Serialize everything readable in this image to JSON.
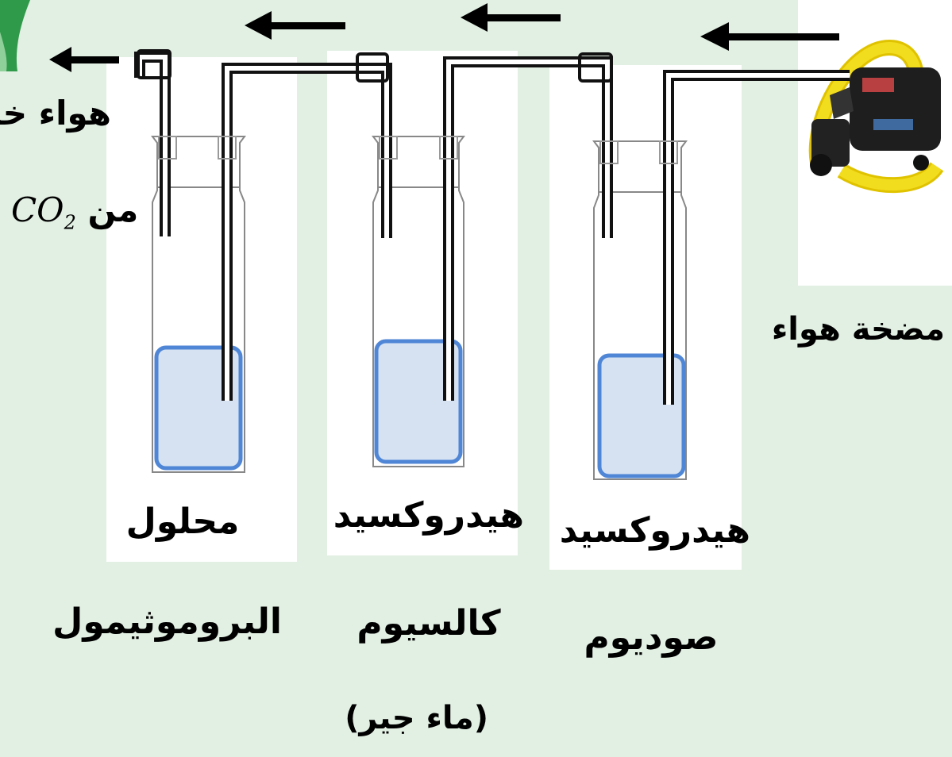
{
  "labels": {
    "air_out_line1": "هواء خال",
    "air_out_line2_word": "من",
    "air_out_line2_formula": "CO",
    "air_out_line2_subscript": "2",
    "pump": "مضخة هواء",
    "bottle_bromothymol_line1": "محلول",
    "bottle_bromothymol_line2": "البروموثيمول",
    "bottle_caoh_line1": "هيدروكسيد",
    "bottle_caoh_line2": "كالسيوم",
    "bottle_caoh_line3": "(ماء جير)",
    "bottle_naoh_line1": "هيدروكسيد",
    "bottle_naoh_line2": "صوديوم"
  },
  "colors": {
    "background": "#e2efe3",
    "panel": "#ffffff",
    "liquid_fill": "#d6e2f2",
    "liquid_border": "#4f86d6",
    "tube": "#111111",
    "pump_hose": "#f2dc1e",
    "corner_accent": "#2f9a4a"
  },
  "icons": {
    "pump": "air-pump-icon",
    "arrow": "flow-arrow-left-icon"
  }
}
